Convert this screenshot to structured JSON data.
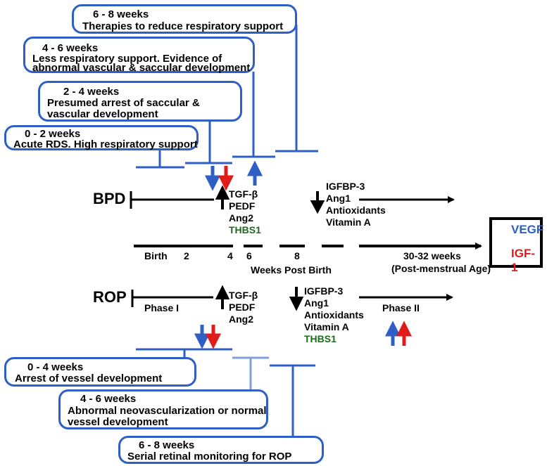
{
  "top_boxes": [
    {
      "range": "6 - 8 weeks",
      "desc": "Therapies to reduce respiratory support"
    },
    {
      "range": "4 - 6 weeks",
      "desc1": "Less respiratory support. Evidence of",
      "desc2": "abnormal vascular & saccular development"
    },
    {
      "range": "2 - 4 weeks",
      "desc1": "Presumed arrest of saccular &",
      "desc2": "vascular development"
    },
    {
      "range": "0 - 2 weeks",
      "desc": "Acute RDS. High respiratory support"
    }
  ],
  "bpd": {
    "label": "BPD",
    "up_factors": [
      "TGF-β",
      "PEDF",
      "Ang2"
    ],
    "up_green": "THBS1",
    "down_factors": [
      "IGFBP-3",
      "Ang1",
      "Antioxidants",
      "Vitamin A"
    ]
  },
  "timeline": {
    "ticks": [
      "Birth",
      "2",
      "4",
      "6",
      "8"
    ],
    "axis_label": "Weeks Post Birth",
    "end_label1": "30-32 weeks",
    "end_label2": "(Post-menstrual Age)"
  },
  "legend": {
    "vegf": "VEGF",
    "igf": "IGF-1"
  },
  "rop": {
    "label": "ROP",
    "phase1": "Phase I",
    "phase2": "Phase II",
    "up_factors": [
      "TGF-β",
      "PEDF",
      "Ang2"
    ],
    "down_factors": [
      "IGFBP-3",
      "Ang1",
      "Antioxidants",
      "Vitamin A"
    ],
    "down_green": "THBS1"
  },
  "bottom_boxes": [
    {
      "range": "0 - 4 weeks",
      "desc": "Arrest of vessel development"
    },
    {
      "range": "4 - 6 weeks",
      "desc1": "Abnormal neovascularization or normal",
      "desc2": "vessel development"
    },
    {
      "range": "6 - 8 weeks",
      "desc": "Serial retinal monitoring for ROP"
    }
  ],
  "colors": {
    "box_border": "#2f5fc4",
    "vegf": "#2f5fc4",
    "igf": "#e01b1b",
    "thbs1": "#1e6b1e",
    "rop_light_bracket": "#7fa0dc"
  }
}
